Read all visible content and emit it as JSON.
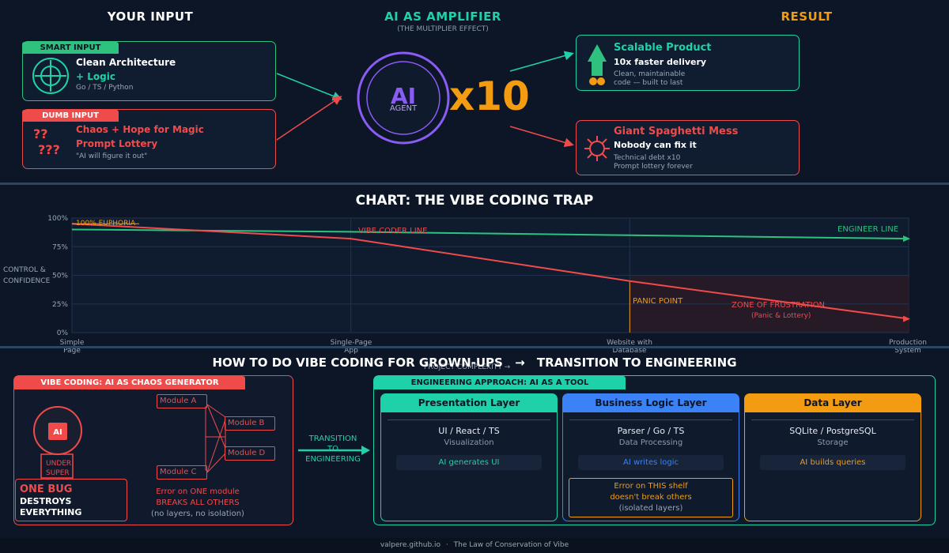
{
  "colors": {
    "green": "#2ec27e",
    "teal": "#1fd1a8",
    "red": "#ef4b4b",
    "orange": "#f39c12",
    "purple": "#8a5cf5",
    "blue": "#3b82f6",
    "panel": "#101c30"
  },
  "top": {
    "input_header": "YOUR INPUT",
    "amplifier_header": "AI AS AMPLIFIER",
    "amplifier_sub": "(THE MULTIPLIER EFFECT)",
    "result_header": "RESULT",
    "smart": {
      "tag": "SMART INPUT",
      "line1": "Clean Architecture",
      "line2": "+ Logic",
      "line3": "Go / TS / Python",
      "icon": "crosshair-icon"
    },
    "dumb": {
      "tag": "DUMB INPUT",
      "line1": "Chaos + Hope for Magic",
      "line2": "Prompt Lottery",
      "line3": "\"AI will figure it out\"",
      "glyph1": "??",
      "glyph2": "???"
    },
    "ai": {
      "label": "AI",
      "sub": "AGENT",
      "multiplier": "x10"
    },
    "scalable": {
      "title": "Scalable Product",
      "line1": "10x faster delivery",
      "line2": "Clean, maintainable",
      "line3": "code — built to last",
      "icon": "rocket-icon"
    },
    "spaghetti": {
      "title": "Giant Spaghetti Mess",
      "line1": "Nobody can fix it",
      "line2": "Technical debt x10",
      "line3": "Prompt lottery forever",
      "icon": "virus-icon"
    }
  },
  "chart": {
    "title": "CHART: THE VIBE CODING TRAP",
    "ylabel_1": "CONTROL &",
    "ylabel_2": "CONFIDENCE",
    "xlabel": "PROJECT COMPLEXITY →",
    "euphoria": "100% EUPHORIA",
    "vibe_label": "VIBE CODER LINE",
    "engineer_label": "ENGINEER LINE",
    "panic": "PANIC POINT",
    "zone": "ZONE OF FRUSTRATION",
    "zone_sub": "(Panic & Lottery)",
    "x_ticks": [
      [
        "Simple",
        "Page"
      ],
      [
        "Single-Page",
        "App"
      ],
      [
        "Website with",
        "Database"
      ],
      [
        "Production",
        "System"
      ]
    ]
  },
  "chart_data": {
    "type": "line",
    "categories": [
      "Simple Page",
      "Single-Page App",
      "Website with Database",
      "Production System"
    ],
    "y_ticks": [
      "100%",
      "75%",
      "50%",
      "25%",
      "0%"
    ],
    "ylim": [
      0,
      100
    ],
    "grid": true,
    "series": [
      {
        "name": "ENGINEER LINE",
        "color": "#2ec27e",
        "values": [
          90,
          88,
          85,
          82
        ]
      },
      {
        "name": "VIBE CODER LINE",
        "color": "#ef4b4b",
        "values": [
          95,
          82,
          45,
          12
        ]
      }
    ]
  },
  "bottom": {
    "title_left": "HOW TO DO VIBE CODING FOR GROWN-UPS",
    "arrow": "→",
    "title_right": "TRANSITION TO ENGINEERING",
    "chaos_tag": "VIBE CODING: AI AS CHAOS GENERATOR",
    "ai_label": "AI",
    "under": "UNDER",
    "super": "SUPER",
    "one_bug": "ONE BUG",
    "destroys": "DESTROYS",
    "everything": "EVERYTHING",
    "modules": [
      "Module A",
      "Module B",
      "Module C",
      "Module D"
    ],
    "err1": "Error on ONE module",
    "err2": "BREAKS ALL OTHERS",
    "err3": "(no layers, no isolation)",
    "transition": [
      "TRANSITION",
      "TO",
      "ENGINEERING"
    ],
    "eng_tag": "ENGINEERING APPROACH: AI AS A TOOL",
    "layers": [
      {
        "title": "Presentation Layer",
        "tech": "UI / React / TS",
        "desc": "Visualization",
        "ai": "AI generates UI"
      },
      {
        "title": "Business Logic Layer",
        "tech": "Parser / Go / TS",
        "desc": "Data Processing",
        "ai": "AI writes logic"
      },
      {
        "title": "Data Layer",
        "tech": "SQLite / PostgreSQL",
        "desc": "Storage",
        "ai": "AI builds queries"
      }
    ],
    "iso1": "Error on THIS shelf",
    "iso2": "doesn't break others",
    "iso3": "(isolated layers)"
  },
  "footer": {
    "site": "valpere.github.io",
    "sep": "·",
    "law": "The Law of Conservation of Vibe"
  }
}
